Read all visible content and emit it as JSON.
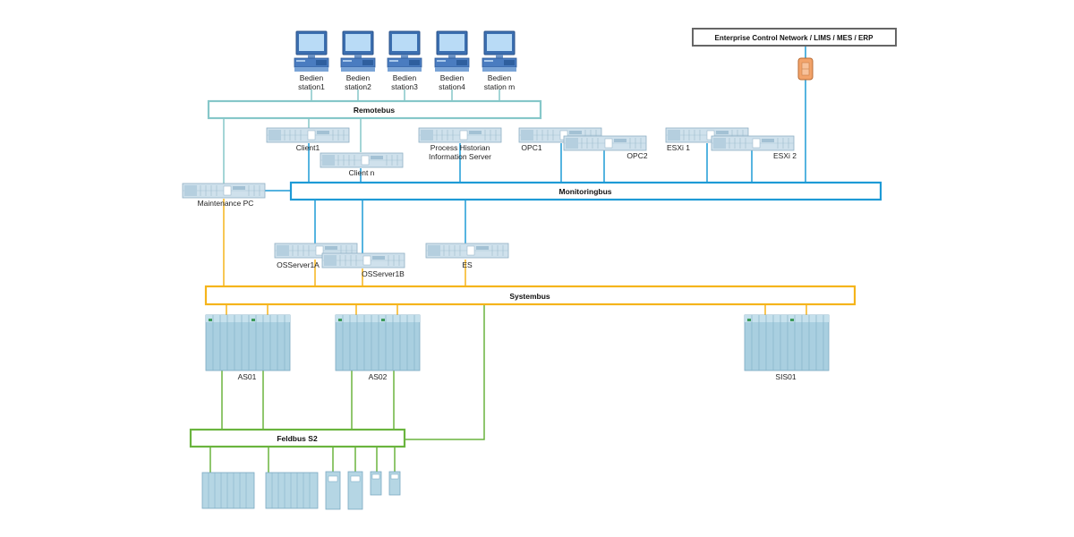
{
  "operator_stations": [
    "Bedien\nstation1",
    "Bedien\nstation2",
    "Bedien\nstation3",
    "Bedien\nstation4",
    "Bedien\nstation m"
  ],
  "buses": {
    "remote": "Remotebus",
    "monitoring": "Monitoringbus",
    "system": "Systembus",
    "field": "Feldbus S2"
  },
  "enterprise_network": "Enterprise Control Network / LIMS / MES / ERP",
  "servers": {
    "client1": "Client1",
    "client_n": "Client n",
    "historian": "Process Historian\nInformation Server",
    "opc1": "OPC1",
    "opc2": "OPC2",
    "esxi1": "ESXi 1",
    "esxi2": "ESXi 2",
    "maintenance_pc": "Maintenance PC",
    "os_server_1a": "OSServer1A",
    "os_server_1b": "OSServer1B",
    "es": "ES"
  },
  "controllers": {
    "as01": "AS01",
    "as02": "AS02",
    "sis01": "SIS01"
  },
  "colors": {
    "remote_bus": "#86c7c9",
    "monitoring_bus": "#1e9ad6",
    "system_bus": "#f5b41b",
    "field_bus": "#6ab43e",
    "enterprise_border": "#666666",
    "firewall": "#f2a36a"
  }
}
